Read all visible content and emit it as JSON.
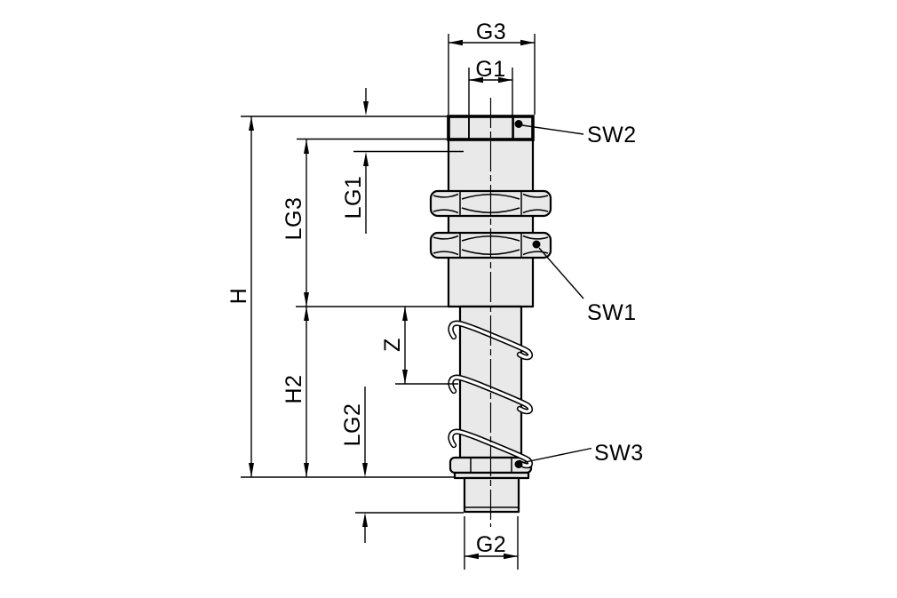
{
  "colors": {
    "background": "#ffffff",
    "line": "#000000",
    "part_fill": "#e9e9e9"
  },
  "dimension_labels": {
    "g3": "G3",
    "g1": "G1",
    "g2": "G2",
    "h": "H",
    "h2": "H2",
    "lg1": "LG1",
    "lg2": "LG2",
    "lg3": "LG3",
    "z": "Z"
  },
  "callout_labels": {
    "sw1": "SW1",
    "sw2": "SW2",
    "sw3": "SW3"
  }
}
